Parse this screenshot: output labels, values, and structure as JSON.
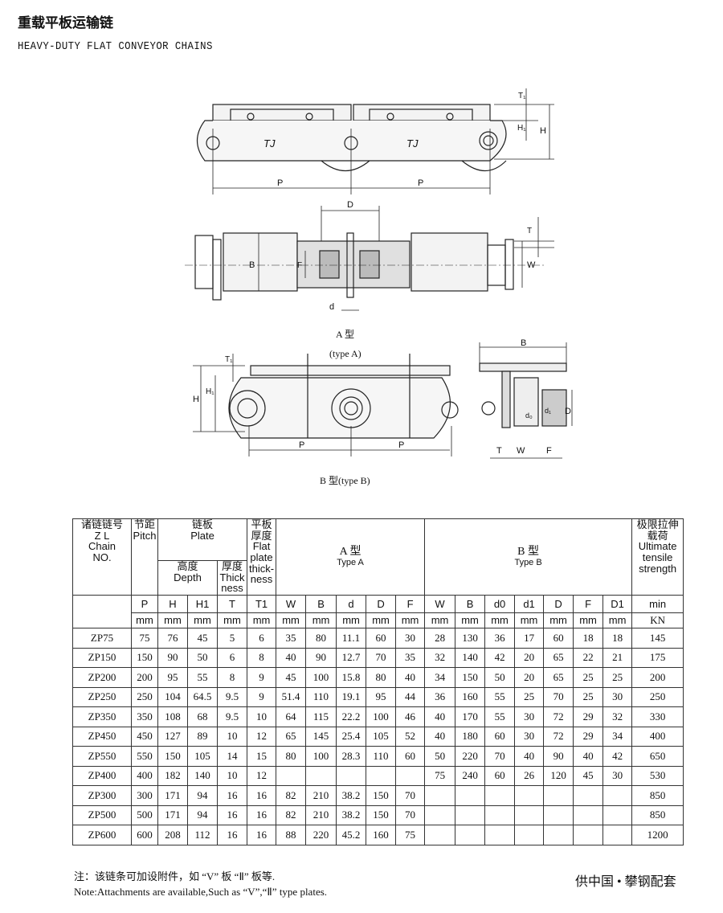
{
  "header": {
    "title_cn": "重载平板运输链",
    "title_en": "HEAVY-DUTY FLAT CONVEYOR CHAINS"
  },
  "drawings": {
    "side_view": {
      "plate_mark_1": "TJ",
      "plate_mark_2": "TJ",
      "dim_p1": "P",
      "dim_p2": "P",
      "dim_t1": "T₁",
      "dim_h1": "H₁",
      "dim_h": "H"
    },
    "type_a": {
      "dim_d_big": "D",
      "dim_b": "B",
      "dim_f": "F",
      "dim_d_small": "d",
      "dim_t": "T",
      "dim_w": "W",
      "caption_cn": "A 型",
      "caption_en": "(type A)"
    },
    "type_b": {
      "dim_t1": "T₁",
      "dim_h1": "H₁",
      "dim_h": "H",
      "dim_p1": "P",
      "dim_p2": "P",
      "dim_b": "B",
      "dim_d0": "d₀",
      "dim_d1": "d₁",
      "dim_d": "D",
      "dim_t": "T",
      "dim_w": "W",
      "dim_f": "F",
      "caption": "B 型(type B)"
    }
  },
  "table": {
    "headers": {
      "chain_no": [
        "诸链链号",
        "Z L",
        "Chain",
        "NO."
      ],
      "pitch": [
        "节距",
        "Pitch"
      ],
      "plate": [
        "链板",
        "Plate"
      ],
      "depth": [
        "高度",
        "Depth"
      ],
      "thickness": [
        "厚度",
        "Thick",
        "ness"
      ],
      "flat_plate": [
        "平板",
        "厚度",
        "Flat",
        "plate",
        "thick-",
        "ness"
      ],
      "type_a": [
        "A 型",
        "Type A"
      ],
      "type_b": [
        "B 型",
        "Type B"
      ],
      "strength": [
        "极限拉伸载荷",
        "Ultimate",
        "tensile",
        "strength"
      ]
    },
    "symbols": [
      "P",
      "H",
      "H1",
      "T",
      "T1",
      "W",
      "B",
      "d",
      "D",
      "F",
      "W",
      "B",
      "d0",
      "d1",
      "D",
      "F",
      "D1",
      "min"
    ],
    "units": [
      "mm",
      "mm",
      "mm",
      "mm",
      "mm",
      "mm",
      "mm",
      "mm",
      "mm",
      "mm",
      "mm",
      "mm",
      "mm",
      "mm",
      "mm",
      "mm",
      "mm",
      "KN"
    ],
    "rows": [
      [
        "ZP75",
        "75",
        "76",
        "45",
        "5",
        "6",
        "35",
        "80",
        "11.1",
        "60",
        "30",
        "28",
        "130",
        "36",
        "17",
        "60",
        "18",
        "18",
        "145"
      ],
      [
        "ZP150",
        "150",
        "90",
        "50",
        "6",
        "8",
        "40",
        "90",
        "12.7",
        "70",
        "35",
        "32",
        "140",
        "42",
        "20",
        "65",
        "22",
        "21",
        "175"
      ],
      [
        "ZP200",
        "200",
        "95",
        "55",
        "8",
        "9",
        "45",
        "100",
        "15.8",
        "80",
        "40",
        "34",
        "150",
        "50",
        "20",
        "65",
        "25",
        "25",
        "200"
      ],
      [
        "ZP250",
        "250",
        "104",
        "64.5",
        "9.5",
        "9",
        "51.4",
        "110",
        "19.1",
        "95",
        "44",
        "36",
        "160",
        "55",
        "25",
        "70",
        "25",
        "30",
        "250"
      ],
      [
        "ZP350",
        "350",
        "108",
        "68",
        "9.5",
        "10",
        "64",
        "115",
        "22.2",
        "100",
        "46",
        "40",
        "170",
        "55",
        "30",
        "72",
        "29",
        "32",
        "330"
      ],
      [
        "ZP450",
        "450",
        "127",
        "89",
        "10",
        "12",
        "65",
        "145",
        "25.4",
        "105",
        "52",
        "40",
        "180",
        "60",
        "30",
        "72",
        "29",
        "34",
        "400"
      ],
      [
        "ZP550",
        "550",
        "150",
        "105",
        "14",
        "15",
        "80",
        "100",
        "28.3",
        "110",
        "60",
        "50",
        "220",
        "70",
        "40",
        "90",
        "40",
        "42",
        "650"
      ],
      [
        "ZP400",
        "400",
        "182",
        "140",
        "10",
        "12",
        "",
        "",
        "",
        "",
        "",
        "75",
        "240",
        "60",
        "26",
        "120",
        "45",
        "30",
        "530"
      ],
      [
        "ZP300",
        "300",
        "171",
        "94",
        "16",
        "16",
        "82",
        "210",
        "38.2",
        "150",
        "70",
        "",
        "",
        "",
        "",
        "",
        "",
        "",
        "850"
      ],
      [
        "ZP500",
        "500",
        "171",
        "94",
        "16",
        "16",
        "82",
        "210",
        "38.2",
        "150",
        "70",
        "",
        "",
        "",
        "",
        "",
        "",
        "",
        "850"
      ],
      [
        "ZP600",
        "600",
        "208",
        "112",
        "16",
        "16",
        "88",
        "220",
        "45.2",
        "160",
        "75",
        "",
        "",
        "",
        "",
        "",
        "",
        "",
        "1200"
      ]
    ]
  },
  "footer": {
    "note_cn": "注：该链条可加设附件，如 “V” 板 “Ⅱ” 板等.",
    "note_en": "Note:Attachments are available,Such as “V”,“Ⅱ” type plates.",
    "supplier": "供中国 • 攀钢配套"
  }
}
